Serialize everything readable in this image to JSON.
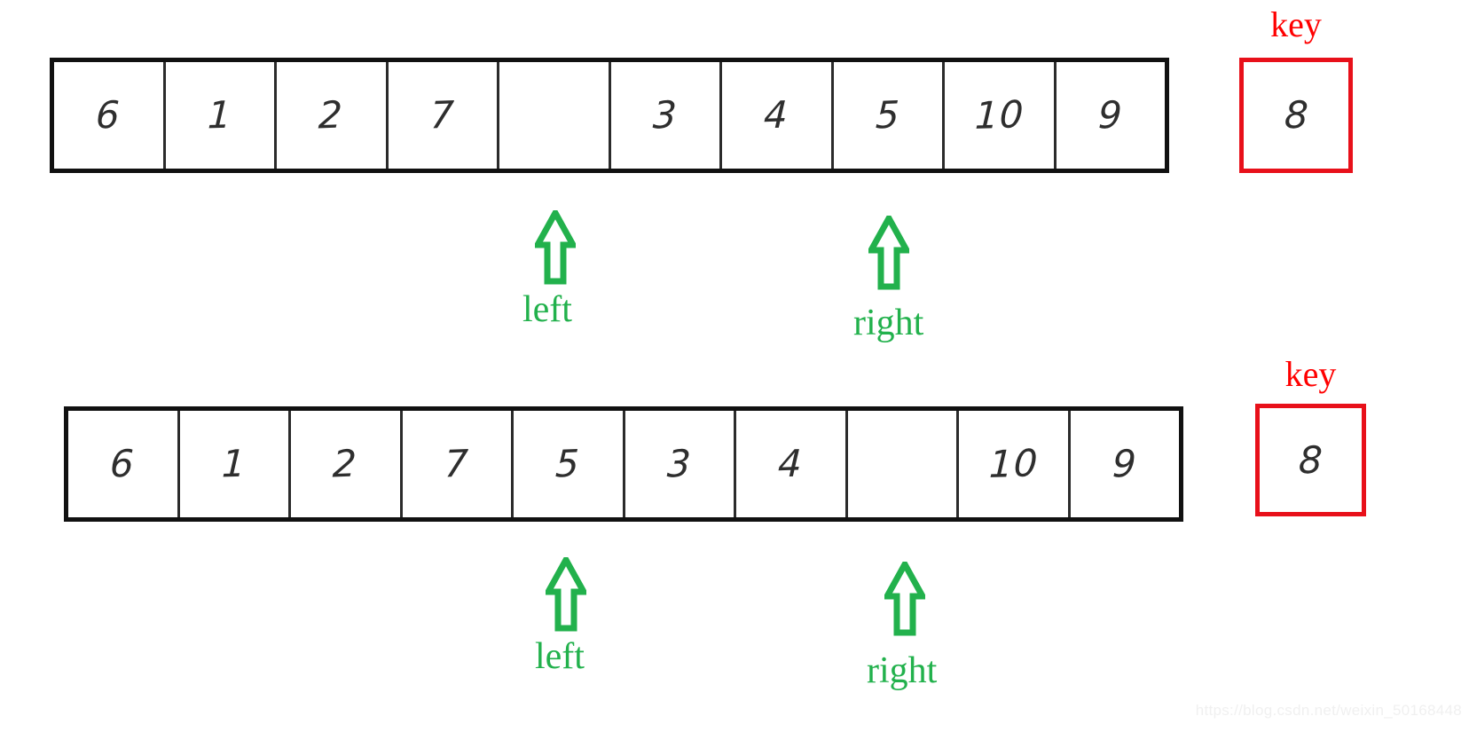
{
  "diagram": {
    "title_hidden": "",
    "colors": {
      "cell_border": "#2b2b2b",
      "strip_border": "#111111",
      "key_red": "#e8101a",
      "key_label_red": "#ff0000",
      "pointer_green": "#22b14c",
      "value_ink": "#2e2e2e",
      "background": "#ffffff",
      "watermark": "#f0f0f0"
    },
    "rows": [
      {
        "id": "step-1",
        "array": {
          "cells": [
            "6",
            "1",
            "2",
            "7",
            "",
            "3",
            "4",
            "5",
            "10",
            "9"
          ]
        },
        "key": {
          "label": "key",
          "value": "8"
        },
        "pointers": [
          {
            "name": "left",
            "label": "left",
            "cell_index": 4
          },
          {
            "name": "right",
            "label": "right",
            "cell_index": 7
          }
        ]
      },
      {
        "id": "step-2",
        "array": {
          "cells": [
            "6",
            "1",
            "2",
            "7",
            "5",
            "3",
            "4",
            "",
            "10",
            "9"
          ]
        },
        "key": {
          "label": "key",
          "value": "8"
        },
        "pointers": [
          {
            "name": "left",
            "label": "left",
            "cell_index": 4
          },
          {
            "name": "right",
            "label": "right",
            "cell_index": 7
          }
        ]
      }
    ]
  },
  "watermark": {
    "text": "https://blog.csdn.net/weixin_50168448"
  }
}
